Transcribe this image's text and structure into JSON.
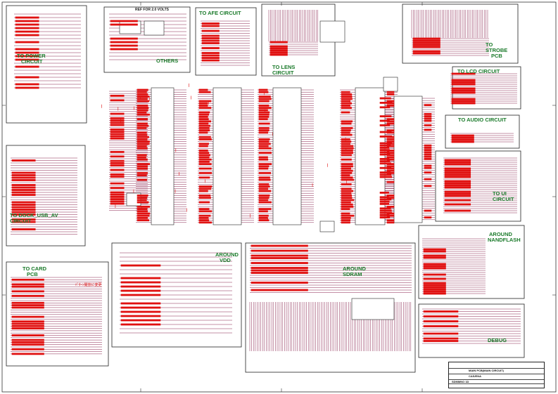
{
  "sheet_title": "MAIN PCB(MAIN CIRCUIT)",
  "title_block": {
    "line1": "MAIN PCB(MAIN CIRCUIT)",
    "line2": "CAS/ENA",
    "line3": "SDMMNO 1D"
  },
  "blocks": [
    {
      "id": "power",
      "label1": "TO POWER",
      "label2": "CIRCUIT"
    },
    {
      "id": "others",
      "label1": "OTHERS",
      "label2": ""
    },
    {
      "id": "afe",
      "label1": "TO AFE CIRCUIT",
      "label2": ""
    },
    {
      "id": "lens",
      "label1": "TO LENS",
      "label2": "CIRCUIT"
    },
    {
      "id": "strobe",
      "label1": "TO",
      "label2": "STROBE",
      "label3": "PCB"
    },
    {
      "id": "lcd",
      "label1": "TO LCD CIRCUIT",
      "label2": ""
    },
    {
      "id": "audio",
      "label1": "TO AUDIO CIRCUIT",
      "label2": ""
    },
    {
      "id": "ui",
      "label1": "TO UI",
      "label2": "CIRCUIT"
    },
    {
      "id": "dock",
      "label1": "TO DOCK_USB_AV",
      "label2": "CIRCUIT"
    },
    {
      "id": "vdd",
      "label1": "AROUND",
      "label2": "VDD"
    },
    {
      "id": "sdram",
      "label1": "AROUND",
      "label2": "SDRAM"
    },
    {
      "id": "nand",
      "label1": "AROUND",
      "label2": "NANDFLASH"
    },
    {
      "id": "card",
      "label1": "TO CARD",
      "label2": "PCB"
    },
    {
      "id": "debug",
      "label1": "DEBUG",
      "label2": ""
    }
  ],
  "notes": {
    "others_header": "REF FOR 2.0 VOLTS",
    "card_note": "ﾊﾟﾀｰﾝ開放に変更"
  },
  "colors": {
    "wire": "#7a0a3a",
    "label": "#1a7a2a",
    "net_red": "#e01010",
    "border": "#222222"
  }
}
